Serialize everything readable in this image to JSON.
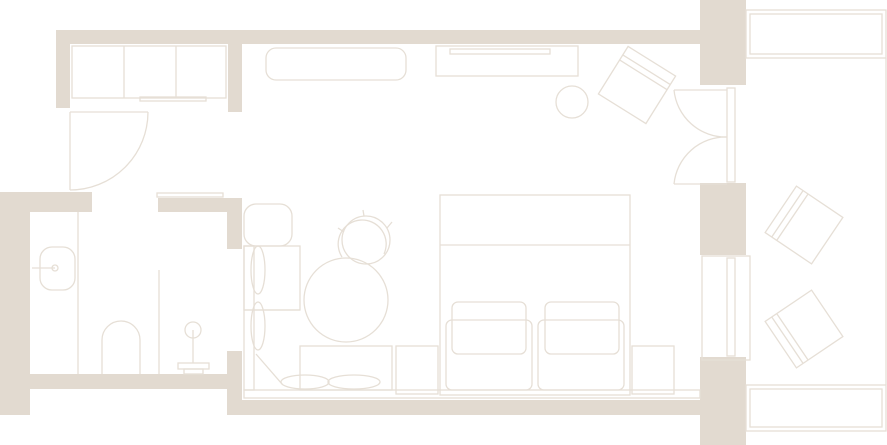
{
  "plan": {
    "kind": "hotel room floor plan",
    "colors": {
      "wall": "#e2dad0",
      "line": "#e6dfd6",
      "background": "#ffffff"
    },
    "rooms": [
      "wardrobe",
      "entry",
      "bathroom",
      "bedroom",
      "balcony"
    ],
    "icons": [
      "door-swing-icon",
      "bed-icon",
      "armchair-icon",
      "table-icon",
      "chair-icon",
      "sink-icon",
      "toilet-icon",
      "shower-icon",
      "sofa-icon",
      "planter-icon"
    ]
  }
}
